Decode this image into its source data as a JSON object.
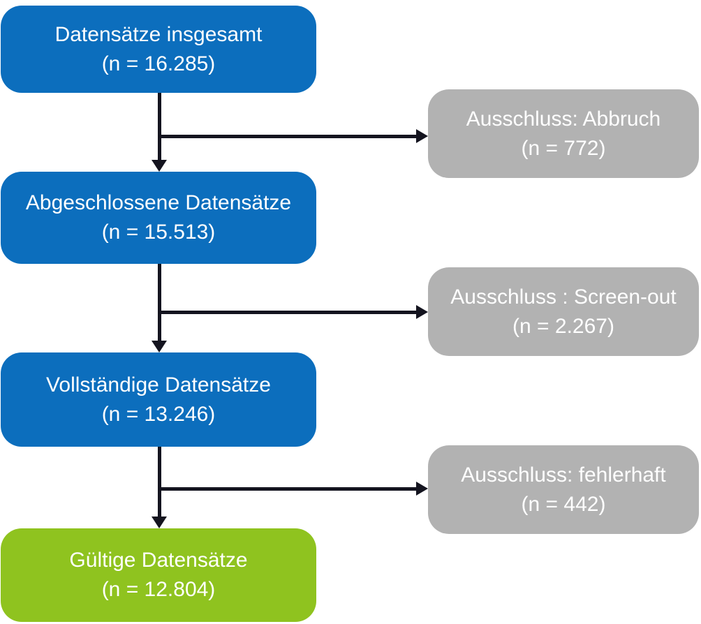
{
  "diagram": {
    "type": "flowchart",
    "language": "de",
    "colors": {
      "primary": "#0c6ebd",
      "success": "#8fc31f",
      "exclusion": "#b2b2b2",
      "arrow": "#14141f",
      "text": "#ffffff"
    },
    "main_flow": [
      {
        "label": "Datensätze insgesamt",
        "count": "(n = 16.285)"
      },
      {
        "label": "Abgeschlossene Datensätze",
        "count": "(n = 15.513)"
      },
      {
        "label": "Vollständige Datensätze",
        "count": "(n = 13.246)"
      },
      {
        "label": "Gültige Datensätze",
        "count": "(n = 12.804)"
      }
    ],
    "exclusions": [
      {
        "label": "Ausschluss: Abbruch",
        "count": "(n = 772)"
      },
      {
        "label": "Ausschluss : Screen-out",
        "count": "(n = 2.267)"
      },
      {
        "label": "Ausschluss: fehlerhaft",
        "count": "(n = 442)"
      }
    ]
  }
}
